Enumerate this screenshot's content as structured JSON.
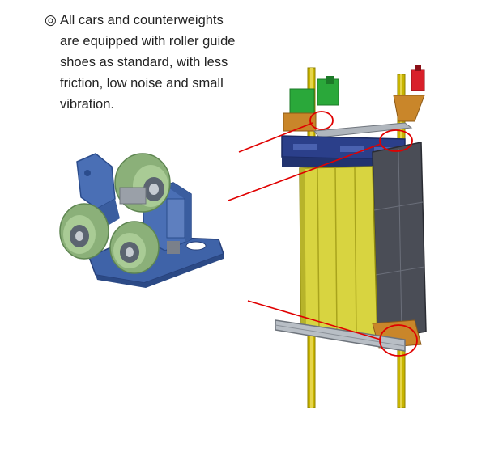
{
  "caption": {
    "bullet": "◎",
    "lines": [
      "All cars and counterweights",
      "are equipped with roller guide",
      "shoes as standard, with less",
      "friction, low noise and small",
      "vibration."
    ]
  },
  "colors": {
    "rail": "#c8b400",
    "door_panel": "#d8d440",
    "car_side": "#4a4d56",
    "crosshead": "#2b3f8a",
    "shoe_bracket": "#4a6fb5",
    "roller": "#9fc58a",
    "callout": "#e00000",
    "machine": "#2aa83a",
    "brake": "#d8202a",
    "platform": "#c9862a"
  },
  "figure": {
    "detail": "roller-guide-shoe-detail",
    "main": "elevator-car-assembly"
  }
}
